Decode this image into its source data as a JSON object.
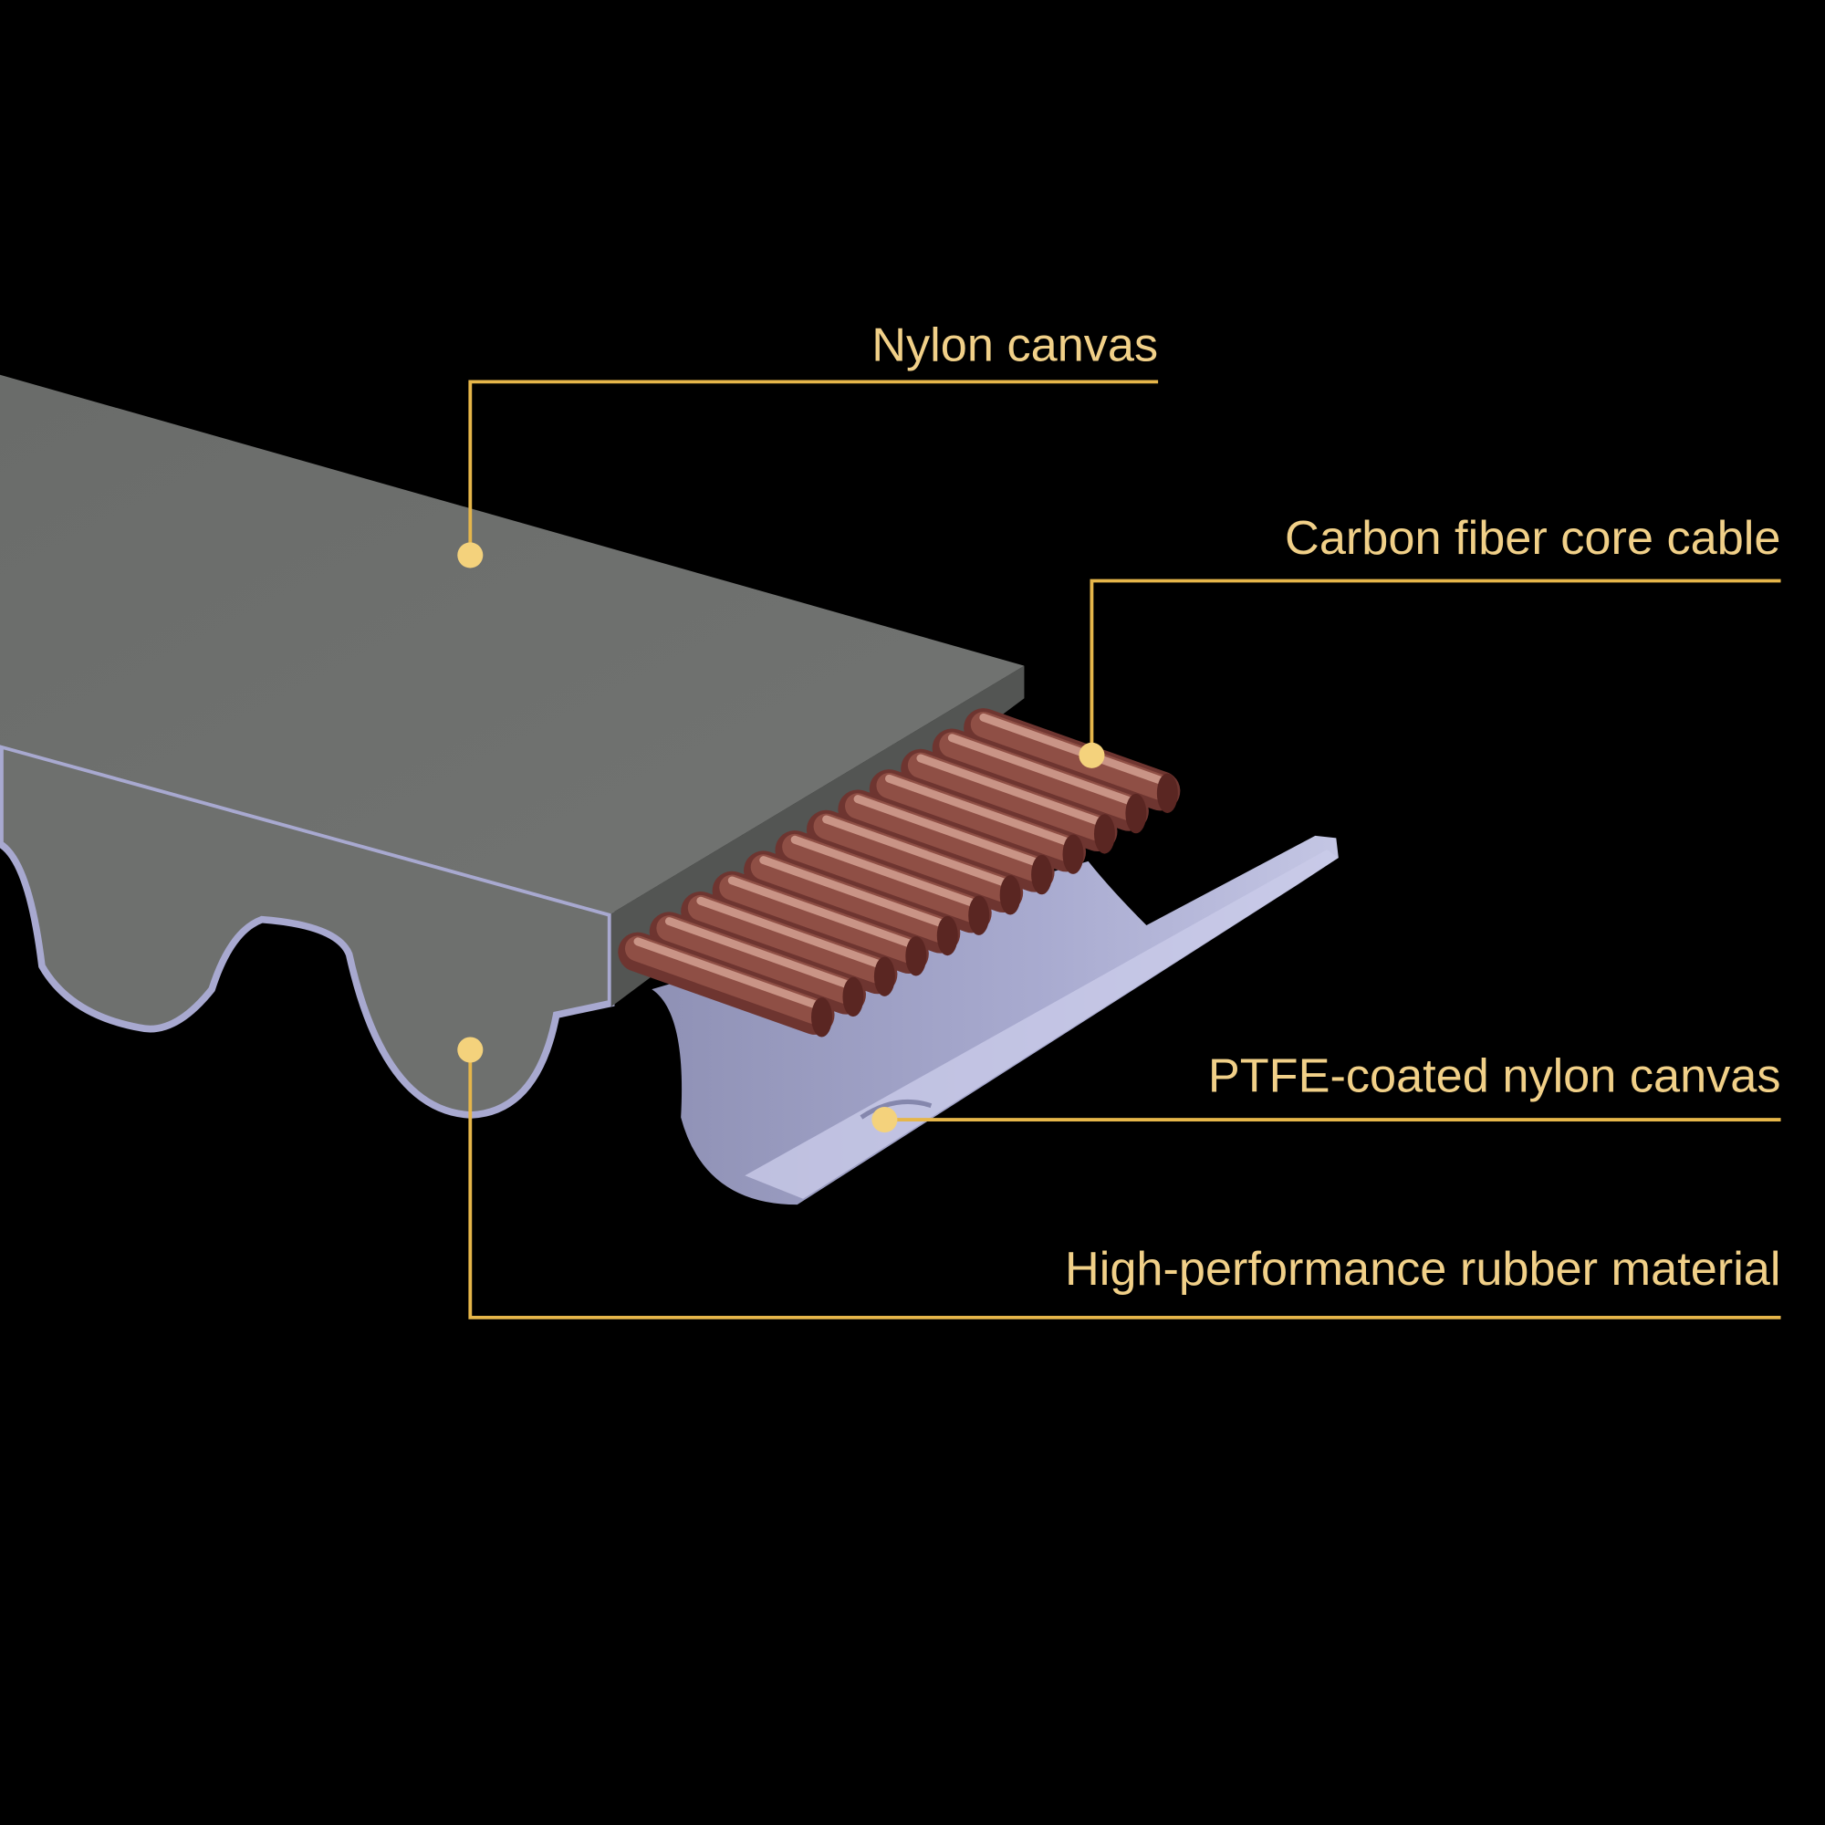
{
  "labels": {
    "nylon_canvas": "Nylon canvas",
    "carbon_core": "Carbon fiber core cable",
    "ptfe_canvas": "PTFE-coated nylon canvas",
    "rubber": "High-performance rubber material"
  },
  "colors": {
    "background": "#000000",
    "label_text": "#f1d088",
    "leader_line": "#e6b64a",
    "belt_surface": "#6f716f",
    "cable": "#8a4a40",
    "ptfe": "#a3a5c8"
  }
}
